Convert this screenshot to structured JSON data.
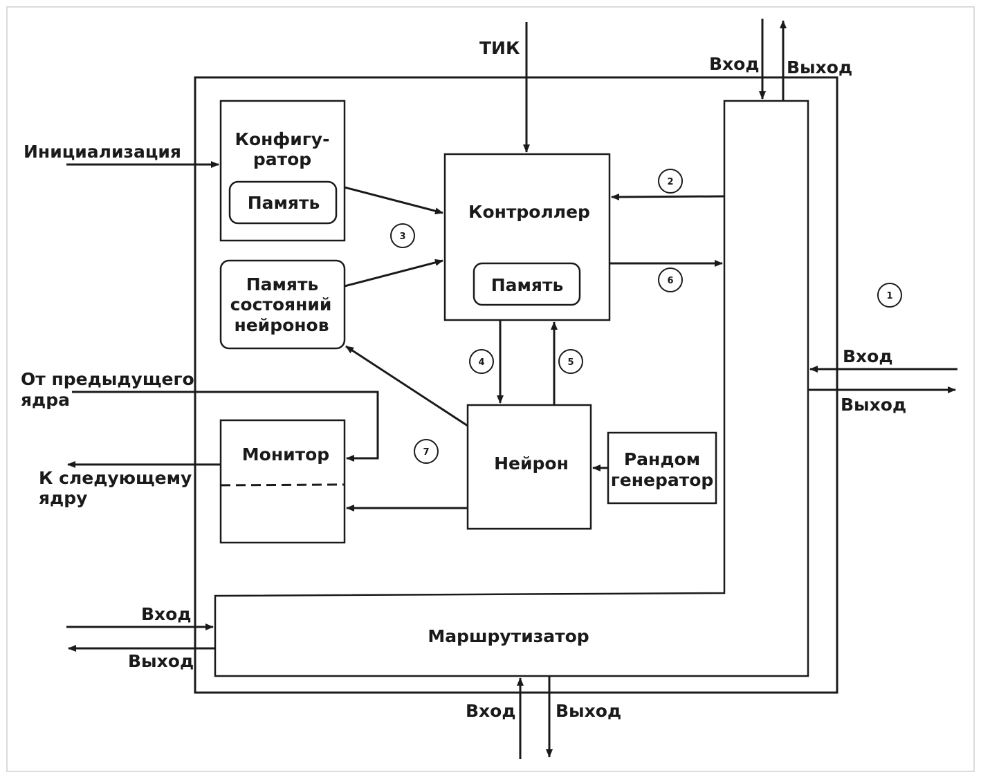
{
  "labels": {
    "tick": "ТИК",
    "init": "Инициализация",
    "prev_core_1": "От предыдущего",
    "prev_core_2": "ядра",
    "next_core_1": "К следующему",
    "next_core_2": "ядру",
    "top_in": "Вход",
    "top_out": "Выход",
    "right_in": "Вход",
    "right_out": "Выход",
    "left_in": "Вход",
    "left_out": "Выход",
    "bottom_in": "Вход",
    "bottom_out": "Выход"
  },
  "blocks": {
    "configurator_1": "Конфигу-",
    "configurator_2": "ратор",
    "configurator_memory": "Память",
    "controller": "Контроллер",
    "controller_memory": "Память",
    "state_memory_1": "Память",
    "state_memory_2": "состояний",
    "state_memory_3": "нейронов",
    "monitor": "Монитор",
    "neuron": "Нейрон",
    "random_1": "Рандом",
    "random_2": "генератор",
    "router": "Маршрутизатор"
  },
  "markers": [
    "1",
    "2",
    "3",
    "4",
    "5",
    "6",
    "7"
  ]
}
